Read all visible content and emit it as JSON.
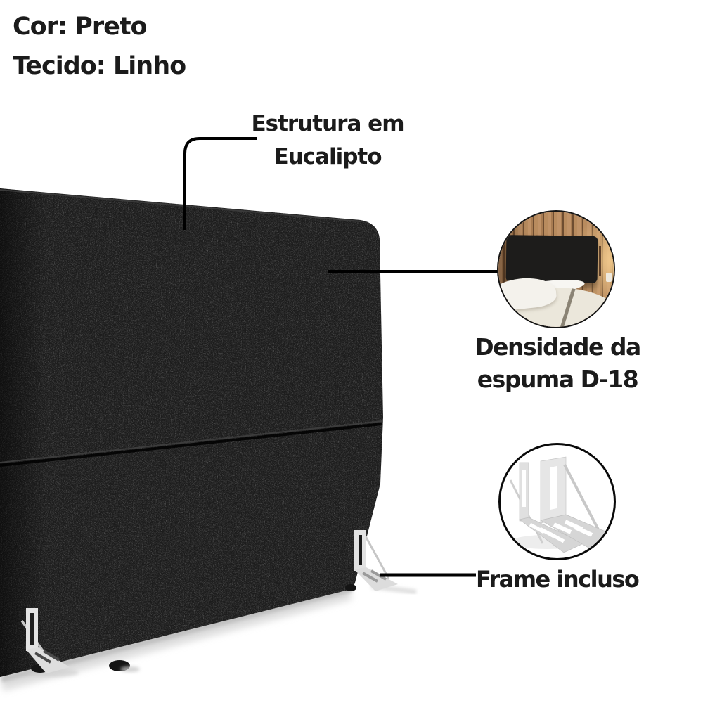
{
  "page": {
    "background": "#ffffff"
  },
  "product_specs": {
    "color_label": "Cor: Preto",
    "fabric_label": "Tecido: Linho"
  },
  "callouts": {
    "structure": {
      "line1": "Estrutura em",
      "line2": "Eucalipto"
    },
    "foam": {
      "line1": "Densidade da",
      "line2": "espuma D-18"
    },
    "frame": {
      "label": "Frame incluso"
    }
  },
  "colors": {
    "text": "#1b1b1b",
    "callout_line": "#000000",
    "headboard_fabric": "#1c1c1c",
    "bracket_metal": "#dedede",
    "wood_slat": "#b88b5e",
    "bedding_cream": "#ebe7db",
    "pillow_white": "#f4f2ec"
  }
}
